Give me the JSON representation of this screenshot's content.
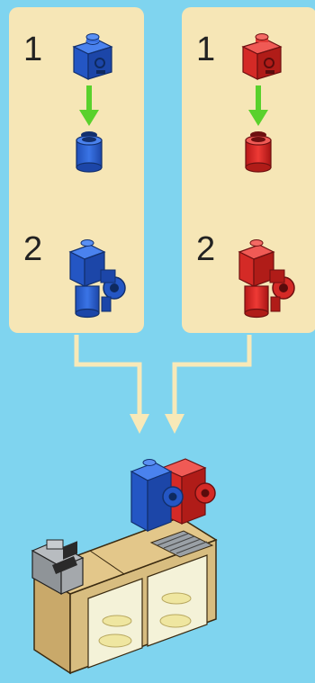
{
  "steps": {
    "left": {
      "step1": "1",
      "step2": "2"
    },
    "right": {
      "step1": "1",
      "step2": "2"
    }
  },
  "colors": {
    "background": "#7fd4ef",
    "panel": "#f6e6b6",
    "brick_blue": "#2b62d8",
    "brick_red": "#e0282a",
    "arrow_green": "#59d12c",
    "connector": "#f8e9b8",
    "counter_tan": "#d8bd80"
  },
  "icons": [
    "blue-brick-icon",
    "red-brick-icon",
    "green-down-arrow-icon",
    "counter-assembly-icon"
  ]
}
